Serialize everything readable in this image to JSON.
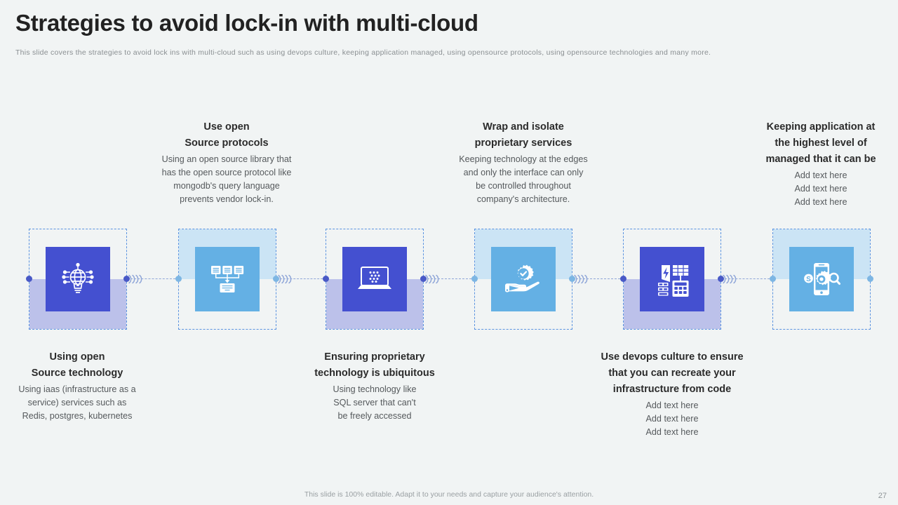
{
  "slide": {
    "title": "Strategies to avoid lock-in with multi-cloud",
    "subtitle": "This slide covers the strategies to avoid lock ins with multi-cloud such as using devops culture, keeping application managed, using opensource protocols, using opensource technologies and many more.",
    "footer_note": "This slide is 100% editable. Adapt it to your needs and capture your audience's attention.",
    "page_number": "27"
  },
  "colors": {
    "background": "#f1f4f4",
    "dark_tile": "#4450d0",
    "light_tile": "#64b0e4",
    "dark_fill": "#bcc1ea",
    "light_fill": "#cbe4f5",
    "dashed_border": "#5b93e0",
    "connector": "#8fa6d8",
    "title": "#222222",
    "body_text": "#55595c",
    "muted_text": "#8a8f92"
  },
  "steps": [
    {
      "id": 1,
      "position": "below",
      "style": "dark",
      "icon": "globe-bulb-network-icon",
      "heading_lines": [
        "Using open",
        "Source technology"
      ],
      "body_lines": [
        "Using iaas (infrastructure as a",
        "service) services such as",
        "Redis, postgres, kubernetes"
      ]
    },
    {
      "id": 2,
      "position": "above",
      "style": "light",
      "icon": "server-network-diagram-icon",
      "heading_lines": [
        "Use open",
        "Source protocols"
      ],
      "body_lines": [
        "Using an open source library that",
        "has the open source protocol like",
        "mongodb's query language",
        "prevents vendor lock-in."
      ]
    },
    {
      "id": 3,
      "position": "below",
      "style": "dark",
      "icon": "laptop-code-icon",
      "heading_lines": [
        "Ensuring proprietary",
        "technology is ubiquitous"
      ],
      "body_lines": [
        "Using technology like",
        "SQL server that can't",
        "be freely accessed"
      ]
    },
    {
      "id": 4,
      "position": "above",
      "style": "light",
      "icon": "hand-gear-check-icon",
      "heading_lines": [
        "Wrap and isolate",
        "proprietary services"
      ],
      "body_lines": [
        "Keeping technology at the edges",
        "and only the interface can only",
        "be controlled throughout",
        "company's architecture."
      ]
    },
    {
      "id": 5,
      "position": "below",
      "style": "dark",
      "icon": "solar-panel-power-icon",
      "heading_lines": [
        "Use devops culture to ensure",
        "that you can recreate your",
        "infrastructure from code"
      ],
      "body_lines": [
        "Add text here",
        "Add text here",
        "Add text here"
      ]
    },
    {
      "id": 6,
      "position": "above",
      "style": "light",
      "icon": "mobile-settings-seo-icon",
      "heading_lines": [
        "Keeping application at",
        "the highest level of",
        "managed that it can be"
      ],
      "body_lines": [
        "Add text here",
        "Add text here",
        "Add text here"
      ]
    }
  ]
}
